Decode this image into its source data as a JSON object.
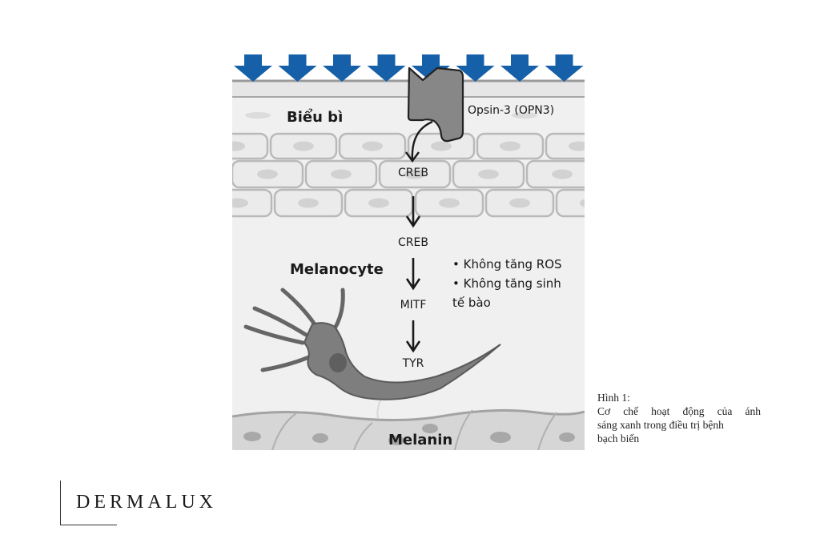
{
  "figure": {
    "layers": {
      "epidermis_label": "Biểu bì",
      "melanocyte_label": "Melanocyte",
      "melanin_label": "Melanin"
    },
    "receptor_label": "Opsin-3 (OPN3)",
    "pathway": [
      "CREB",
      "CREB",
      "MITF",
      "TYR"
    ],
    "notes": [
      "• Không tăng ROS",
      "• Không tăng sinh",
      "tế bào"
    ],
    "light_arrow_count": 8,
    "colors": {
      "light_arrow": "#1560a8",
      "receptor": "#8a8a8a",
      "cell_fill": "#ebebeb",
      "cell_border": "#b9b9b9",
      "melanocyte": "#7b7b7b",
      "background": "#f0f0f0"
    }
  },
  "caption": {
    "title": "Hình 1:",
    "lines": [
      "Cơ chế hoạt động của ánh",
      "sáng xanh trong điều trị bệnh",
      "bạch biến"
    ]
  },
  "brand": {
    "name": "DERMALUX"
  }
}
